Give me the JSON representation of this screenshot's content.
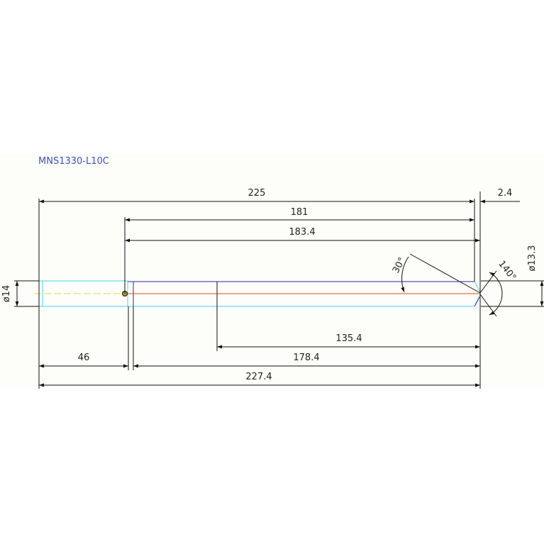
{
  "drawing": {
    "part_number": "MNS1330-L10C",
    "dims": {
      "overall_length": "225",
      "tip_length": "2.4",
      "length_181": "181",
      "length_183_4": "183.4",
      "length_135_4": "135.4",
      "length_178_4": "178.4",
      "head_length": "46",
      "total_length": "227.4",
      "head_diameter": "ø14",
      "shank_diameter": "ø13.3",
      "taper_angle": "30°",
      "point_angle": "140°"
    },
    "colors": {
      "background": "#ffffff",
      "band": "#fdfdf9",
      "outline_cyan": "#44d6ee",
      "outline_blue": "#2a2aa0",
      "centerline_red": "#d84a1a",
      "centerline_yellow": "#e8d84a",
      "title_blue": "#3a50c8"
    }
  }
}
